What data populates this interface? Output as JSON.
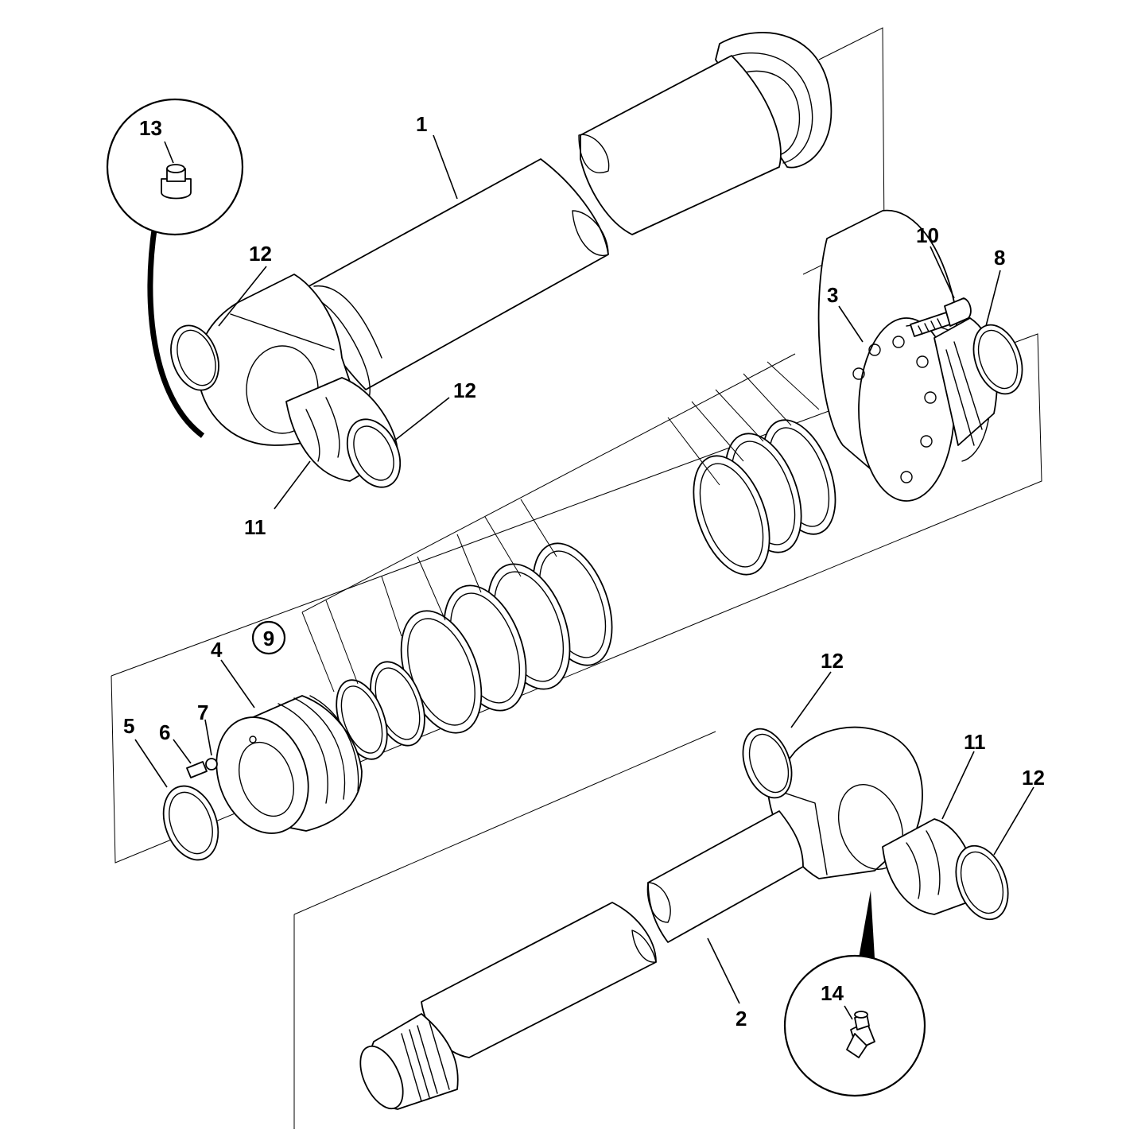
{
  "callouts": {
    "c1": "1",
    "c2": "2",
    "c3": "3",
    "c4": "4",
    "c5": "5",
    "c6": "6",
    "c7": "7",
    "c8": "8",
    "c9": "9",
    "c10": "10",
    "c11a": "11",
    "c11b": "11",
    "c12a": "12",
    "c12b": "12",
    "c12c": "12",
    "c12d": "12",
    "c13": "13",
    "c14": "14"
  }
}
